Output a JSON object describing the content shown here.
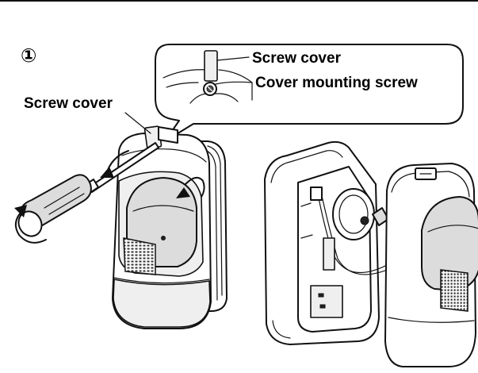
{
  "step_number": "①",
  "callouts": {
    "screw_cover_main": "Screw cover",
    "screw_cover_zoom": "Screw cover",
    "cover_mounting_screw": "Cover mounting screw"
  }
}
